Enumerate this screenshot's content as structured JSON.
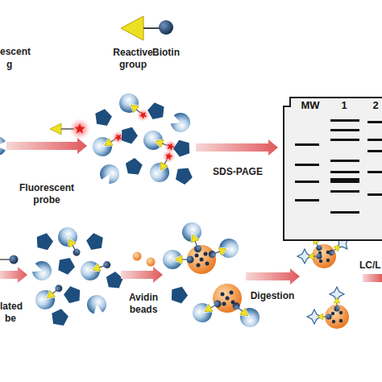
{
  "diagram": {
    "nodes": [
      {
        "text": [
          "MW",
          "1",
          "2"
        ]
      }
    ],
    "labels": [
      "escent",
      "g",
      "Reactive group",
      "Biotin",
      "Fluorescent probe",
      "SDS-PAGE",
      "lated",
      "be",
      "Avidin beads",
      "Digestion",
      "LC/L"
    ]
  }
}
